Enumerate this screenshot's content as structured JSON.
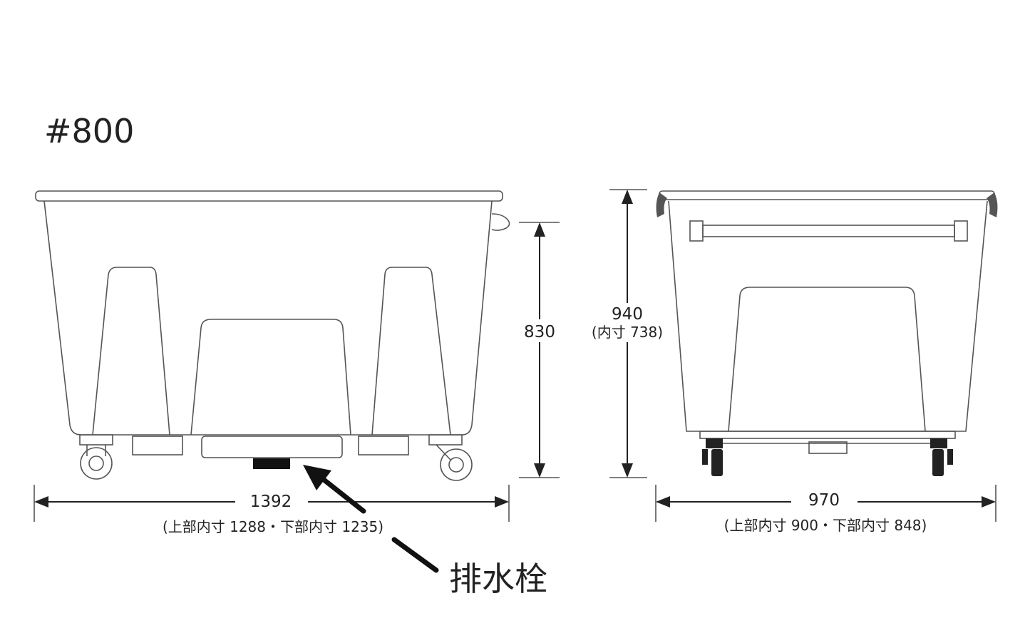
{
  "title": "#800",
  "side_view": {
    "height_label": "830",
    "width_label": "1392",
    "width_inner_label": "(上部内寸 1288・下部内寸 1235)",
    "drain_label": "排水栓"
  },
  "front_view": {
    "height_label": "940",
    "height_inner_label": "(内寸 738)",
    "width_label": "970",
    "width_inner_label": "(上部内寸 900・下部内寸 848)"
  }
}
